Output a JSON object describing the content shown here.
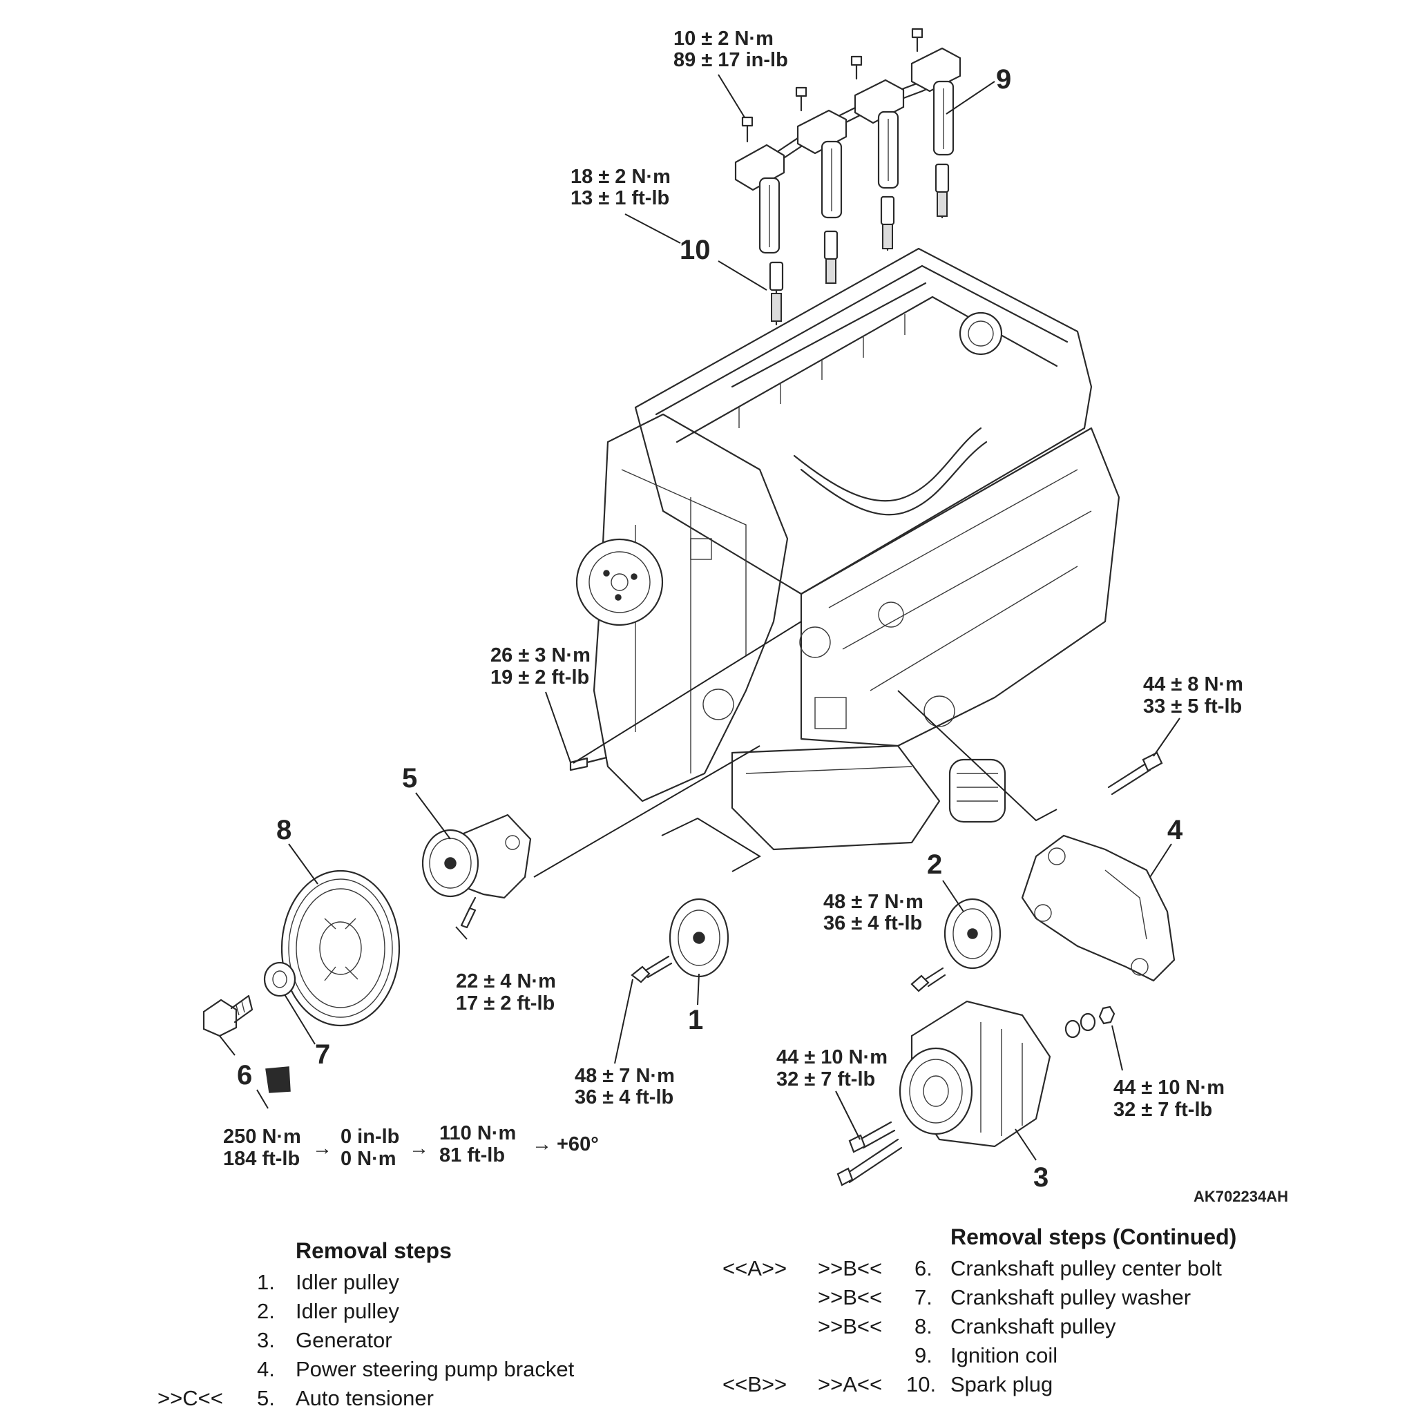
{
  "figure_id": "AK702234AH",
  "callouts": [
    "1",
    "2",
    "3",
    "4",
    "5",
    "6",
    "7",
    "8",
    "9",
    "10"
  ],
  "torques": {
    "coil_bolt": [
      "10 ± 2 N·m",
      "89 ± 17 in-lb"
    ],
    "spark_plug": [
      "18 ± 2 N·m",
      "13 ± 1 ft-lb"
    ],
    "bracket_bolt_left": [
      "26 ± 3 N·m",
      "19 ± 2 ft-lb"
    ],
    "bracket_bolt_right": [
      "44 ± 8 N·m",
      "33 ± 5 ft-lb"
    ],
    "idler2_bolt": [
      "48 ± 7 N·m",
      "36 ± 4 ft-lb"
    ],
    "tensioner_bolt": [
      "22 ± 4 N·m",
      "17 ± 2 ft-lb"
    ],
    "idler1_bolt": [
      "48 ± 7 N·m",
      "36 ± 4 ft-lb"
    ],
    "generator_bolt": [
      "44 ± 10 N·m",
      "32 ± 7 ft-lb"
    ],
    "generator_nut": [
      "44 ± 10 N·m",
      "32 ± 7 ft-lb"
    ],
    "crank_sequence": {
      "s1": [
        "250 N·m",
        "184 ft-lb"
      ],
      "s2": [
        "0 in-lb",
        "0 N·m"
      ],
      "s3": [
        "110 N·m",
        "81 ft-lb"
      ],
      "s4": "+60°",
      "arrow": "→"
    }
  },
  "removal_steps": {
    "title": "Removal steps",
    "items": [
      {
        "a": "",
        "b": "",
        "num": "1.",
        "name": "Idler pulley"
      },
      {
        "a": "",
        "b": "",
        "num": "2.",
        "name": "Idler pulley"
      },
      {
        "a": "",
        "b": "",
        "num": "3.",
        "name": "Generator"
      },
      {
        "a": "",
        "b": "",
        "num": "4.",
        "name": "Power steering pump bracket"
      },
      {
        "a": ">>C<<",
        "b": "",
        "num": "5.",
        "name": "Auto tensioner"
      }
    ]
  },
  "removal_steps_continued": {
    "title": "Removal steps (Continued)",
    "items": [
      {
        "a": "<<A>>",
        "b": ">>B<<",
        "num": "6.",
        "name": "Crankshaft pulley center bolt"
      },
      {
        "a": "",
        "b": ">>B<<",
        "num": "7.",
        "name": "Crankshaft pulley washer"
      },
      {
        "a": "",
        "b": ">>B<<",
        "num": "8.",
        "name": "Crankshaft pulley"
      },
      {
        "a": "",
        "b": "",
        "num": "9.",
        "name": "Ignition coil"
      },
      {
        "a": "<<B>>",
        "b": ">>A<<",
        "num": "10.",
        "name": "Spark plug"
      }
    ]
  }
}
